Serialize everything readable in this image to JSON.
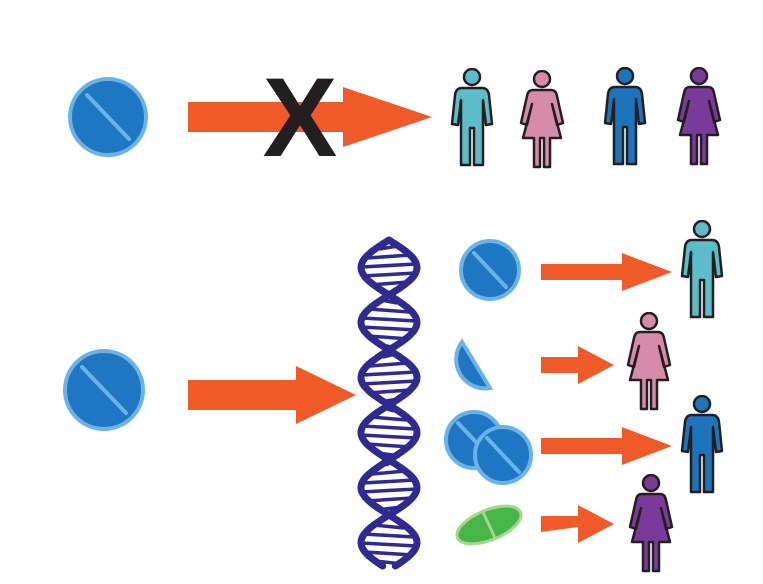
{
  "diagram": {
    "top_row": {
      "blocked_marker": "X",
      "people": [
        "man",
        "woman",
        "man",
        "woman"
      ]
    },
    "bottom_row": {
      "variants": [
        "round-pill",
        "half-pill",
        "double-pill",
        "capsule"
      ],
      "people": [
        "man",
        "woman",
        "man",
        "woman"
      ]
    }
  },
  "colors": {
    "pill_fill": "#1F76C2",
    "pill_rim": "#6AB3E6",
    "arrow": "#F05A28",
    "cross": "#231F20",
    "dna": "#2E2A8F",
    "capsule_fill": "#46B648",
    "capsule_rim": "#A5D690",
    "man_light": "#5DBCC9",
    "woman_pink": "#D68BAA",
    "man_blue": "#1E74BB",
    "woman_purple": "#7A3A9A",
    "outline": "#231F20"
  },
  "icons": {
    "pill": "pill-icon",
    "arrow": "arrow-icon",
    "cross": "x-mark-icon",
    "dna": "dna-helix-icon",
    "man": "man-icon",
    "woman": "woman-icon",
    "capsule": "capsule-icon"
  }
}
